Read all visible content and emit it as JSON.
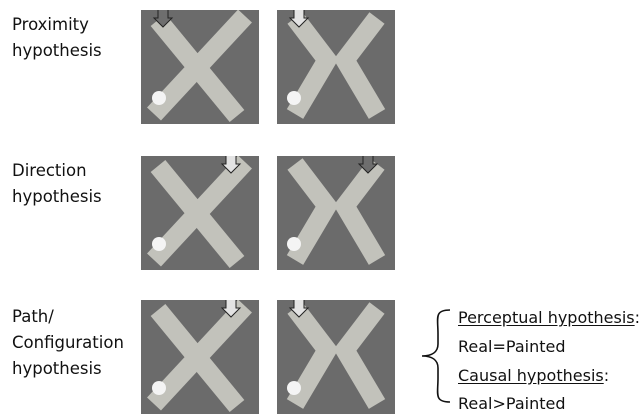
{
  "rows": [
    {
      "label_lines": [
        "Proximity",
        "hypothesis"
      ]
    },
    {
      "label_lines": [
        "Direction",
        "hypothesis"
      ]
    },
    {
      "label_lines": [
        "Path/",
        "Configuration",
        "hypothesis"
      ]
    }
  ],
  "annotations": {
    "perceptual_title": "Perceptual hypothesis",
    "perceptual_colon": ":",
    "perceptual_value": "Real=Painted",
    "causal_title": "Causal hypothesis",
    "causal_colon": ":",
    "causal_value": "Real>Painted"
  },
  "colors": {
    "panel_background": "#6b6b6b",
    "tape": "#c2c2bb",
    "dark_arrow": "#6e6e6e",
    "light_arrow": "#e3e3e3",
    "cotton": "#f4f4f4"
  }
}
